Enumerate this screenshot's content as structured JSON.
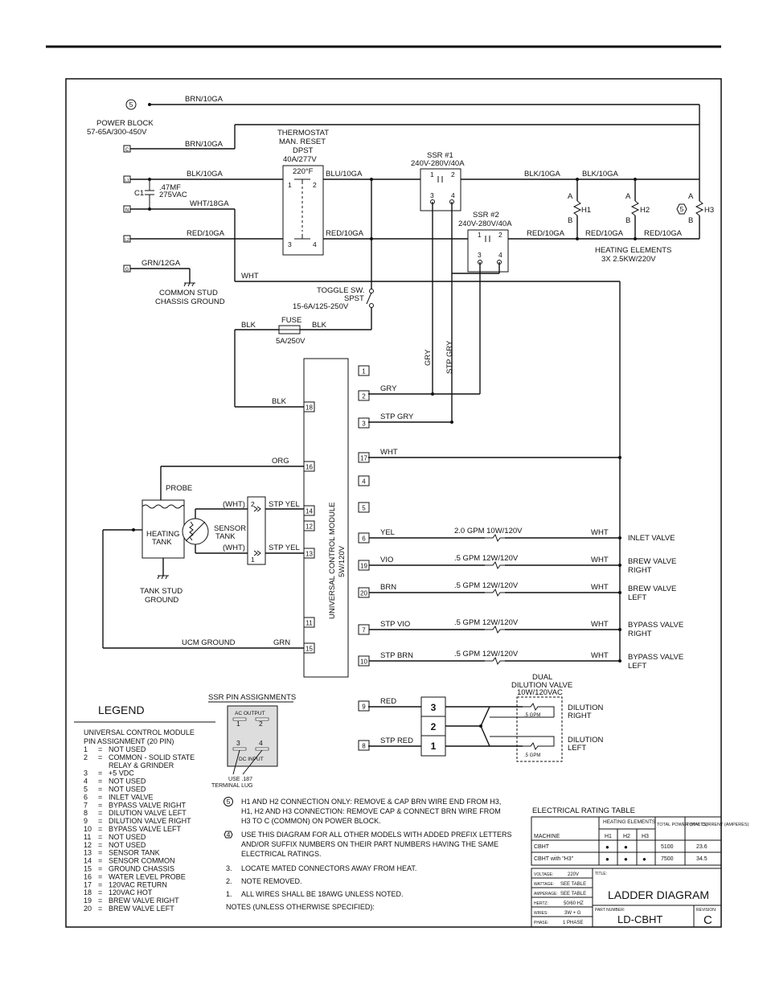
{
  "labels": {
    "brn10ga_1": "BRN/10GA",
    "power_block": "POWER BLOCK",
    "power_block_rating": "57-65A/300-450V",
    "brn10ga_2": "BRN/10GA",
    "thermostat": "THERMOSTAT",
    "man_reset": "MAN. RESET",
    "dpst": "DPST",
    "thermo_rating": "40A/277V",
    "thermo_temp": "220°F",
    "blk10ga_1": "BLK/10GA",
    "blu10ga": "BLU/10GA",
    "cap_value": ".47MF",
    "cap_rating": "275VAC",
    "c1": "C1",
    "wht18ga": "WHT/18GA",
    "red10ga_1": "RED/10GA",
    "red10ga_2": "RED/10GA",
    "grn12ga": "GRN/12GA",
    "common_stud": "COMMON STUD",
    "chassis_ground": "CHASSIS GROUND",
    "wht": "WHT",
    "ssr1": "SSR #1",
    "ssr1_rating": "240V-280V/40A",
    "ssr2": "SSR #2",
    "ssr2_rating": "240V-280V/40A",
    "blk10ga_2": "BLK/10GA",
    "blk10ga_3": "BLK/10GA",
    "red10ga_3": "RED/10GA",
    "red10ga_4": "RED/10GA",
    "red10ga_5": "RED/10GA",
    "h1": "H1",
    "h2": "H2",
    "h3": "H3",
    "a": "A",
    "b": "B",
    "heating_elements": "HEATING ELEMENTS",
    "heating_elements_rating": "3X 2.5KW/220V",
    "toggle_sw": "TOGGLE SW.",
    "spst": "SPST",
    "toggle_rating": "15-6A/125-250V",
    "blk": "BLK",
    "fuse": "FUSE",
    "fuse_rating": "5A/250V",
    "gry": "GRY",
    "stp_gry": "STP GRY",
    "org": "ORG",
    "probe": "PROBE",
    "heating_tank": "HEATING",
    "tank": "TANK",
    "sensor": "SENSOR",
    "sensor_tank": "TANK",
    "wht_paren": "(WHT)",
    "stp_yel": "STP YEL",
    "tank_stud": "TANK STUD",
    "ground": "GROUND",
    "ucm_ground": "UCM GROUND",
    "grn": "GRN",
    "ucm_name": "UNIVERSAL CONTROL MODULE",
    "ucm_rating": "5W/120V",
    "yel": "YEL",
    "vio": "VIO",
    "brn": "BRN",
    "stp_vio": "STP VIO",
    "stp_brn": "STP BRN",
    "red": "RED",
    "stp_red": "STP RED",
    "inlet_rating": "2.0 GPM 10W/120V",
    "valve_rating": ".5 GPM 12W/120V",
    "inlet_valve": "INLET VALVE",
    "brew_valve": "BREW VALVE",
    "bypass_valve": "BYPASS VALVE",
    "right": "RIGHT",
    "left": "LEFT",
    "dual": "DUAL",
    "dilution_valve": "DILUTION VALVE",
    "dilution_rating": "10W/120VAC",
    "dilution_right": "DILUTION RIGHT",
    "dilution_left": "DILUTION LEFT",
    "dil": "DILUTION",
    "gpm_5": ".5 GPM",
    "ssr_pin_title": "SSR PIN ASSIGNMENTS",
    "ac_output": "AC OUTPUT",
    "dc_input": "DC INPUT",
    "use_lug": "USE .187",
    "terminal_lug": "TERMINAL LUG"
  },
  "terminals": {
    "pb_5": "5",
    "pb_c": "C",
    "pb_l1": "L1",
    "pb_n": "N",
    "pb_l2": "L2",
    "pb_g": "G",
    "ucm_pins": [
      "1",
      "2",
      "3",
      "17",
      "4",
      "5",
      "6",
      "19",
      "20",
      "7",
      "10",
      "9",
      "8",
      "18",
      "16",
      "14",
      "12",
      "13",
      "11",
      "15"
    ],
    "connector": [
      "3",
      "2",
      "1"
    ],
    "ssr_pins": [
      "1",
      "2",
      "3",
      "4"
    ],
    "thermo_pins": [
      "1",
      "2",
      "3",
      "4"
    ]
  },
  "legend": {
    "title": "LEGEND",
    "heading1": "UNIVERSAL CONTROL MODULE",
    "heading2": "PIN ASSIGNMENT (20 PIN)",
    "items": [
      {
        "n": "1",
        "t": "NOT USED"
      },
      {
        "n": "2",
        "t": "COMMON - SOLID STATE"
      },
      {
        "n": "",
        "t": "RELAY & GRINDER"
      },
      {
        "n": "3",
        "t": "+5 VDC"
      },
      {
        "n": "4",
        "t": "NOT USED"
      },
      {
        "n": "5",
        "t": "NOT USED"
      },
      {
        "n": "6",
        "t": "INLET VALVE"
      },
      {
        "n": "7",
        "t": "BYPASS VALVE RIGHT"
      },
      {
        "n": "8",
        "t": "DILUTION VALVE LEFT"
      },
      {
        "n": "9",
        "t": "DILUTION VALVE RIGHT"
      },
      {
        "n": "10",
        "t": "BYPASS VALVE LEFT"
      },
      {
        "n": "11",
        "t": "NOT USED"
      },
      {
        "n": "12",
        "t": "NOT USED"
      },
      {
        "n": "13",
        "t": "SENSOR TANK"
      },
      {
        "n": "14",
        "t": "SENSOR COMMON"
      },
      {
        "n": "15",
        "t": "GROUND CHASSIS"
      },
      {
        "n": "16",
        "t": "WATER LEVEL PROBE"
      },
      {
        "n": "17",
        "t": "120VAC RETURN"
      },
      {
        "n": "18",
        "t": "120VAC HOT"
      },
      {
        "n": "19",
        "t": "BREW VALVE RIGHT"
      },
      {
        "n": "20",
        "t": "BREW VALVE LEFT"
      }
    ]
  },
  "notes": {
    "n5": "H1 AND H2 CONNECTION ONLY: REMOVE & CAP BRN WIRE END FROM H3,",
    "n5b": "H1, H2 AND H3 CONNECTION: REMOVE CAP & CONNECT BRN WIRE FROM",
    "n5c": "H3 TO C (COMMON) ON POWER BLOCK.",
    "n4": "USE THIS DIAGRAM FOR ALL OTHER MODELS WITH ADDED PREFIX LETTERS",
    "n4b": "AND/OR SUFFIX NUMBERS ON THEIR PART NUMBERS HAVING THE SAME",
    "n4c": "ELECTRICAL RATINGS.",
    "n3": "LOCATE MATED CONNECTORS AWAY FROM HEAT.",
    "n2": "NOTE REMOVED.",
    "n1": "ALL WIRES SHALL BE 18AWG UNLESS NOTED.",
    "footer": "NOTES (UNLESS OTHERWISE SPECIFIED):",
    "num5": "5",
    "num4": "4",
    "num3": "3.",
    "num2": "2.",
    "num1": "1."
  },
  "rating_table": {
    "title": "ELECTRICAL RATING TABLE",
    "headers": [
      "MACHINE",
      "HEATING ELEMENTS",
      "H1",
      "H2",
      "H3",
      "TOTAL POWER (WATTS)",
      "TOTAL CURRENT (AMPERES)"
    ],
    "rows": [
      {
        "machine": "CBHT",
        "h1": "●",
        "h2": "●",
        "h3": "",
        "watts": "5100",
        "amps": "23.6"
      },
      {
        "machine": "CBHT with \"H3\"",
        "h1": "●",
        "h2": "●",
        "h3": "●",
        "watts": "7500",
        "amps": "34.5"
      }
    ]
  },
  "title_block": {
    "voltage_label": "VOLTAGE:",
    "voltage": "220V",
    "wattage_label": "WATTAGE:",
    "wattage": "SEE TABLE",
    "amperage_label": "AMPERAGE:",
    "amperage": "SEE TABLE",
    "hertz_label": "HERTZ:",
    "hertz": "50/60 HZ",
    "wires_label": "WIRES:",
    "wires": "3W + G",
    "phase_label": "PHASE:",
    "phase": "1 PHASE",
    "title_label": "TITLE:",
    "title": "LADDER DIAGRAM",
    "part_label": "PART NUMBER:",
    "part": "LD-CBHT",
    "rev_label": "REVISION:",
    "rev": "C"
  }
}
